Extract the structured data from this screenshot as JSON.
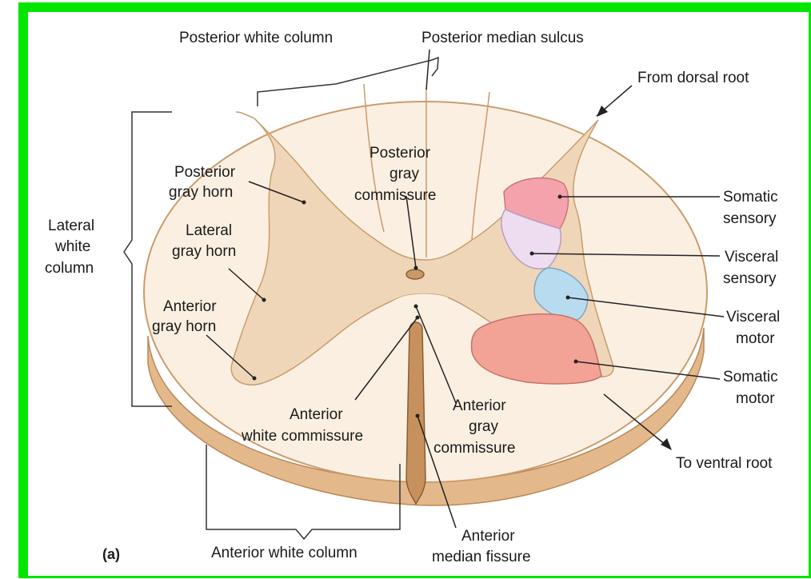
{
  "figure": {
    "panel_label": "(a)",
    "colors": {
      "frame": "#00e600",
      "white_matter": "#fbefe1",
      "gray_matter": "#f0d6b8",
      "cord_edge": "#e3b98c",
      "somatic_sensory": "#f4a3ad",
      "visceral_sensory": "#eedcf1",
      "visceral_motor": "#b9dbef",
      "somatic_motor": "#f3a296"
    },
    "labels": {
      "posterior_white_column": "Posterior white column",
      "posterior_median_sulcus": "Posterior median sulcus",
      "from_dorsal_root": "From dorsal root",
      "lateral_white_column": [
        "Lateral",
        "white",
        "column"
      ],
      "posterior_gray_horn": [
        "Posterior",
        "gray horn"
      ],
      "lateral_gray_horn": [
        "Lateral",
        "gray horn"
      ],
      "anterior_gray_horn": [
        "Anterior",
        "gray horn"
      ],
      "posterior_gray_commissure": [
        "Posterior",
        "gray",
        "commissure"
      ],
      "somatic_sensory": [
        "Somatic",
        "sensory"
      ],
      "visceral_sensory": [
        "Visceral",
        "sensory"
      ],
      "visceral_motor": [
        "Visceral",
        "motor"
      ],
      "somatic_motor": [
        "Somatic",
        "motor"
      ],
      "anterior_white_commissure": [
        "Anterior",
        "white commissure"
      ],
      "anterior_gray_commissure": [
        "Anterior",
        "gray",
        "commissure"
      ],
      "to_ventral_root": "To ventral root",
      "anterior_median_fissure": [
        "Anterior",
        "median fissure"
      ],
      "anterior_white_column": "Anterior white column"
    }
  }
}
